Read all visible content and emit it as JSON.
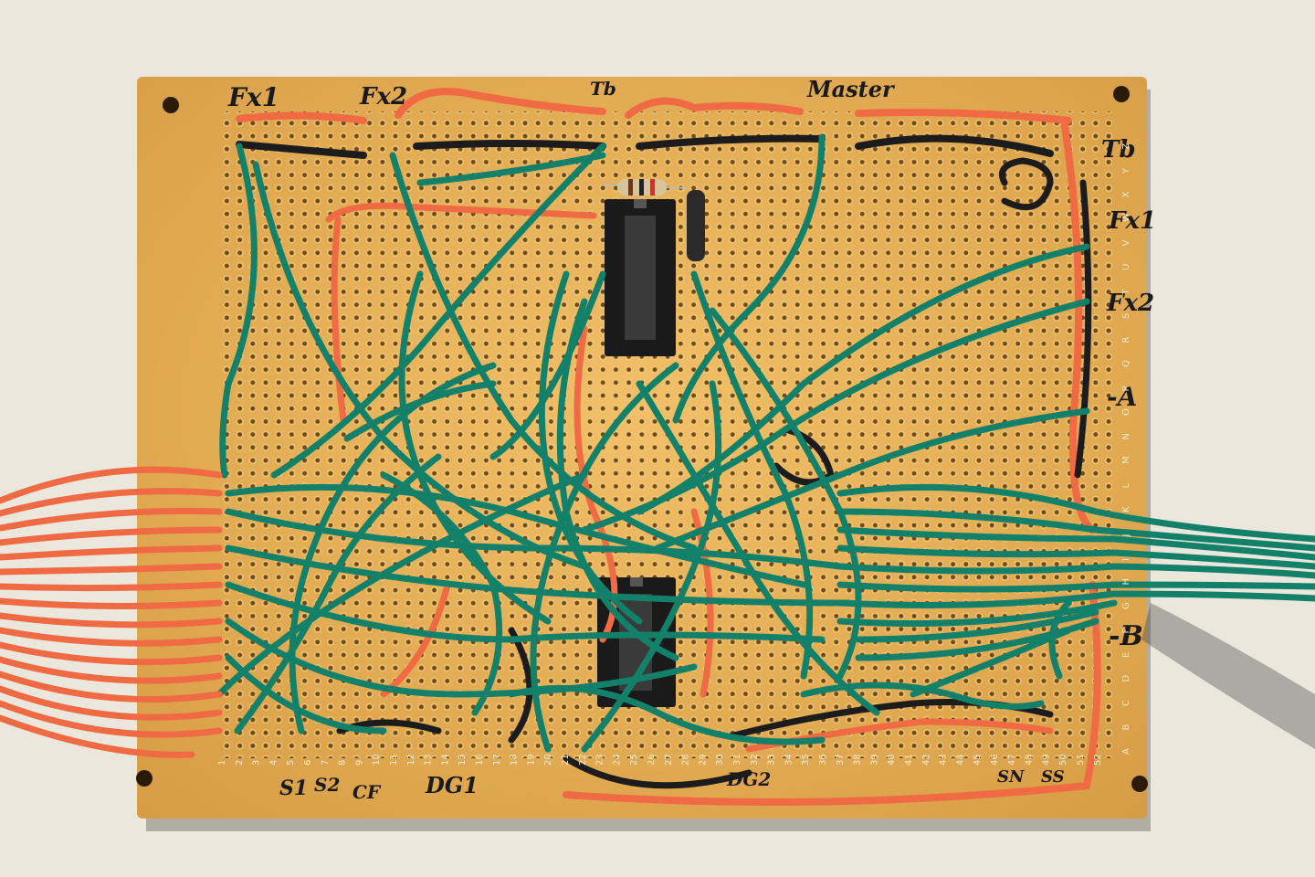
{
  "labels": {
    "fx1_top": "Fx1",
    "fx2_top": "Fx2",
    "tb_top": "Tb",
    "master": "Master",
    "tb_right": "Tb",
    "fx1_right": "Fx1",
    "fx2_right": "Fx2",
    "a_right": "-A",
    "b_right": "-B",
    "s1": "S1",
    "s2": "S2",
    "cf": "CF",
    "dg1": "DG1",
    "dg2": "DG2",
    "sn": "SN",
    "ss": "SS"
  },
  "column_numbers": [
    "1",
    "2",
    "3",
    "4",
    "5",
    "6",
    "7",
    "8",
    "9",
    "10",
    "11",
    "12",
    "13",
    "14",
    "15",
    "16",
    "17",
    "18",
    "19",
    "20",
    "21",
    "22",
    "23",
    "24",
    "25",
    "26",
    "27",
    "28",
    "29",
    "30",
    "31",
    "32",
    "33",
    "34",
    "35",
    "36",
    "37",
    "38",
    "39",
    "40",
    "41",
    "42",
    "43",
    "44",
    "45",
    "46",
    "47",
    "48",
    "49",
    "50",
    "51",
    "52"
  ],
  "row_letters": [
    "A",
    "B",
    "C",
    "D",
    "E",
    "F",
    "G",
    "H",
    "I",
    "J",
    "K",
    "L",
    "M",
    "N",
    "O",
    "P",
    "Q",
    "R",
    "S",
    "T",
    "U",
    "V",
    "W",
    "X",
    "Y",
    "Z"
  ],
  "colors": {
    "board": "#e8b35a",
    "green_wire": "#13806a",
    "orange_wire": "#f06a44",
    "black_wire": "#1c1c1c",
    "ic_socket": "#1a1a1a"
  }
}
